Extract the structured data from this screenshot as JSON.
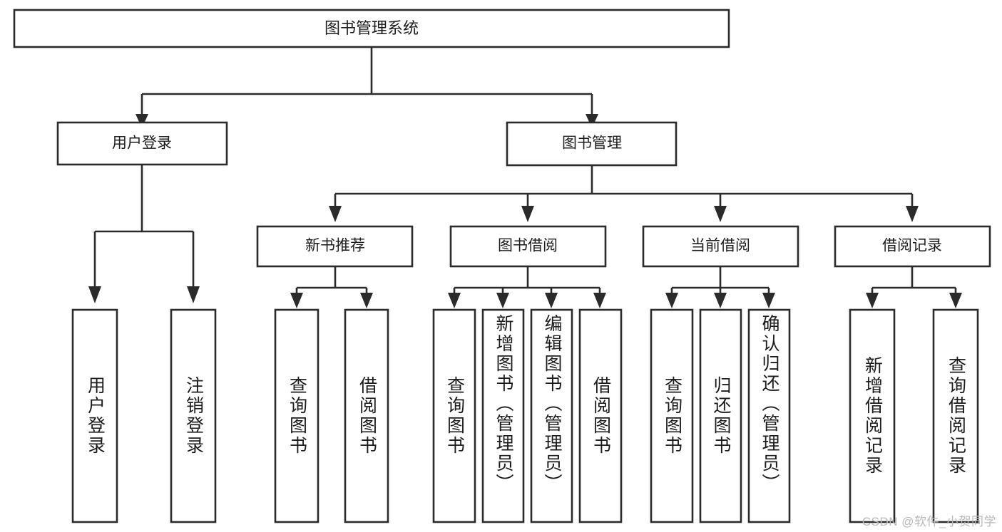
{
  "diagram": {
    "type": "hierarchy-tree",
    "title": "图书管理系统",
    "watermark": "CSDN @软件_小贺同学",
    "colors": {
      "background": "#ffffff",
      "stroke": "#2b2b2b",
      "text": "#1c1c1c",
      "watermark": "#b9b9b9"
    },
    "levels": {
      "level1": [
        {
          "id": "root",
          "label": "图书管理系统"
        }
      ],
      "level2": [
        {
          "id": "user-login",
          "label": "用户登录",
          "parent": "root"
        },
        {
          "id": "book-manage",
          "label": "图书管理",
          "parent": "root"
        }
      ],
      "level3": [
        {
          "id": "new-book-rec",
          "label": "新书推荐",
          "parent": "book-manage"
        },
        {
          "id": "book-borrow",
          "label": "图书借阅",
          "parent": "book-manage"
        },
        {
          "id": "current-borrow",
          "label": "当前借阅",
          "parent": "book-manage"
        },
        {
          "id": "borrow-record",
          "label": "借阅记录",
          "parent": "book-manage"
        }
      ],
      "leaves": [
        {
          "id": "leaf-user-login",
          "label": "用户登录",
          "parent": "user-login"
        },
        {
          "id": "leaf-logout",
          "label": "注销登录",
          "parent": "user-login"
        },
        {
          "id": "leaf-query-book-1",
          "label": "查询图书",
          "parent": "new-book-rec"
        },
        {
          "id": "leaf-borrow-book-1",
          "label": "借阅图书",
          "parent": "new-book-rec"
        },
        {
          "id": "leaf-query-book-2",
          "label": "查询图书",
          "parent": "book-borrow"
        },
        {
          "id": "leaf-add-book",
          "label": "新增图书（管理员）",
          "parent": "book-borrow"
        },
        {
          "id": "leaf-edit-book",
          "label": "编辑图书（管理员）",
          "parent": "book-borrow"
        },
        {
          "id": "leaf-borrow-book-2",
          "label": "借阅图书",
          "parent": "book-borrow"
        },
        {
          "id": "leaf-query-book-3",
          "label": "查询图书",
          "parent": "current-borrow"
        },
        {
          "id": "leaf-return-book",
          "label": "归还图书",
          "parent": "current-borrow"
        },
        {
          "id": "leaf-confirm-return",
          "label": "确认归还（管理员）",
          "parent": "current-borrow"
        },
        {
          "id": "leaf-add-record",
          "label": "新增借阅记录",
          "parent": "borrow-record"
        },
        {
          "id": "leaf-query-record",
          "label": "查询借阅记录",
          "parent": "borrow-record"
        }
      ]
    }
  }
}
